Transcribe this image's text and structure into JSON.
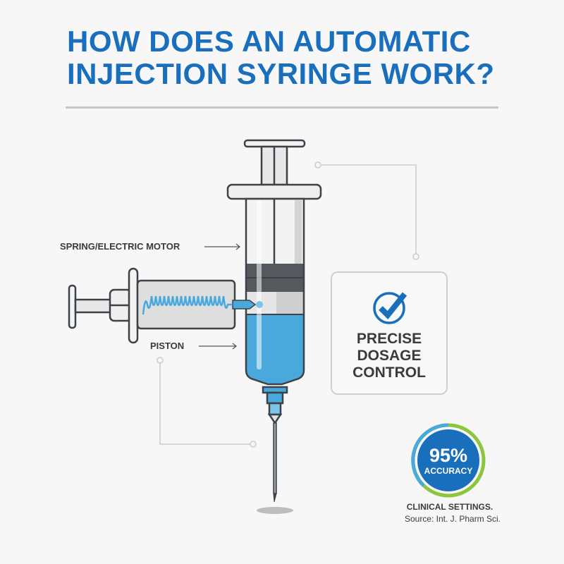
{
  "title": {
    "line1": "HOW DOES AN AUTOMATIC",
    "line2": "INJECTION SYRINGE WORK?"
  },
  "labels": {
    "spring_motor": "SPRING/ELECTRIC MOTOR",
    "piston": "PISTON"
  },
  "feature_card": {
    "icon": "check-circle-icon",
    "line1": "PRECISE",
    "line2": "DOSAGE",
    "line3": "CONTROL"
  },
  "stat": {
    "value": "95%",
    "caption": "ACCURACY",
    "context": "CLINICAL SETTINGS.",
    "source": "Source: Int. J. Pharm Sci."
  },
  "colors": {
    "title_blue": "#1a6fbd",
    "liquid_blue": "#4aa9dc",
    "badge_blue": "#1a6fbd",
    "ring_green": "#8cc63f",
    "ring_light_blue": "#4aa9dc",
    "outline": "#3d4248",
    "text_dark": "#3b3b3b",
    "connector_gray": "#cccccc"
  }
}
